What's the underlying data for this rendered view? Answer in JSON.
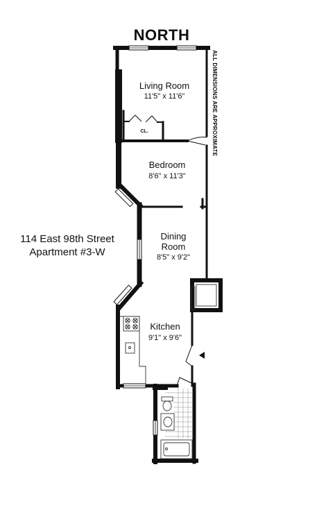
{
  "compass": "NORTH",
  "note": "ALL DIMENSIONS ARE APPROXIMATE",
  "address": {
    "line1": "114 East 98th Street",
    "line2": "Apartment #3-W"
  },
  "rooms": {
    "living": {
      "name": "Living Room",
      "size": "11'5\" x 11'6\""
    },
    "closet": {
      "name": "CL."
    },
    "bedroom": {
      "name": "Bedroom",
      "size": "8'6\" x 11'3\""
    },
    "dining": {
      "name_line1": "Dining",
      "name_line2": "Room",
      "size": "8'5\" x 9'2\""
    },
    "kitchen": {
      "name": "Kitchen",
      "size": "9'1\" x 9'6\""
    }
  },
  "colors": {
    "wall": "#111111",
    "window": "#ffffff",
    "fixture_stroke": "#333333"
  }
}
